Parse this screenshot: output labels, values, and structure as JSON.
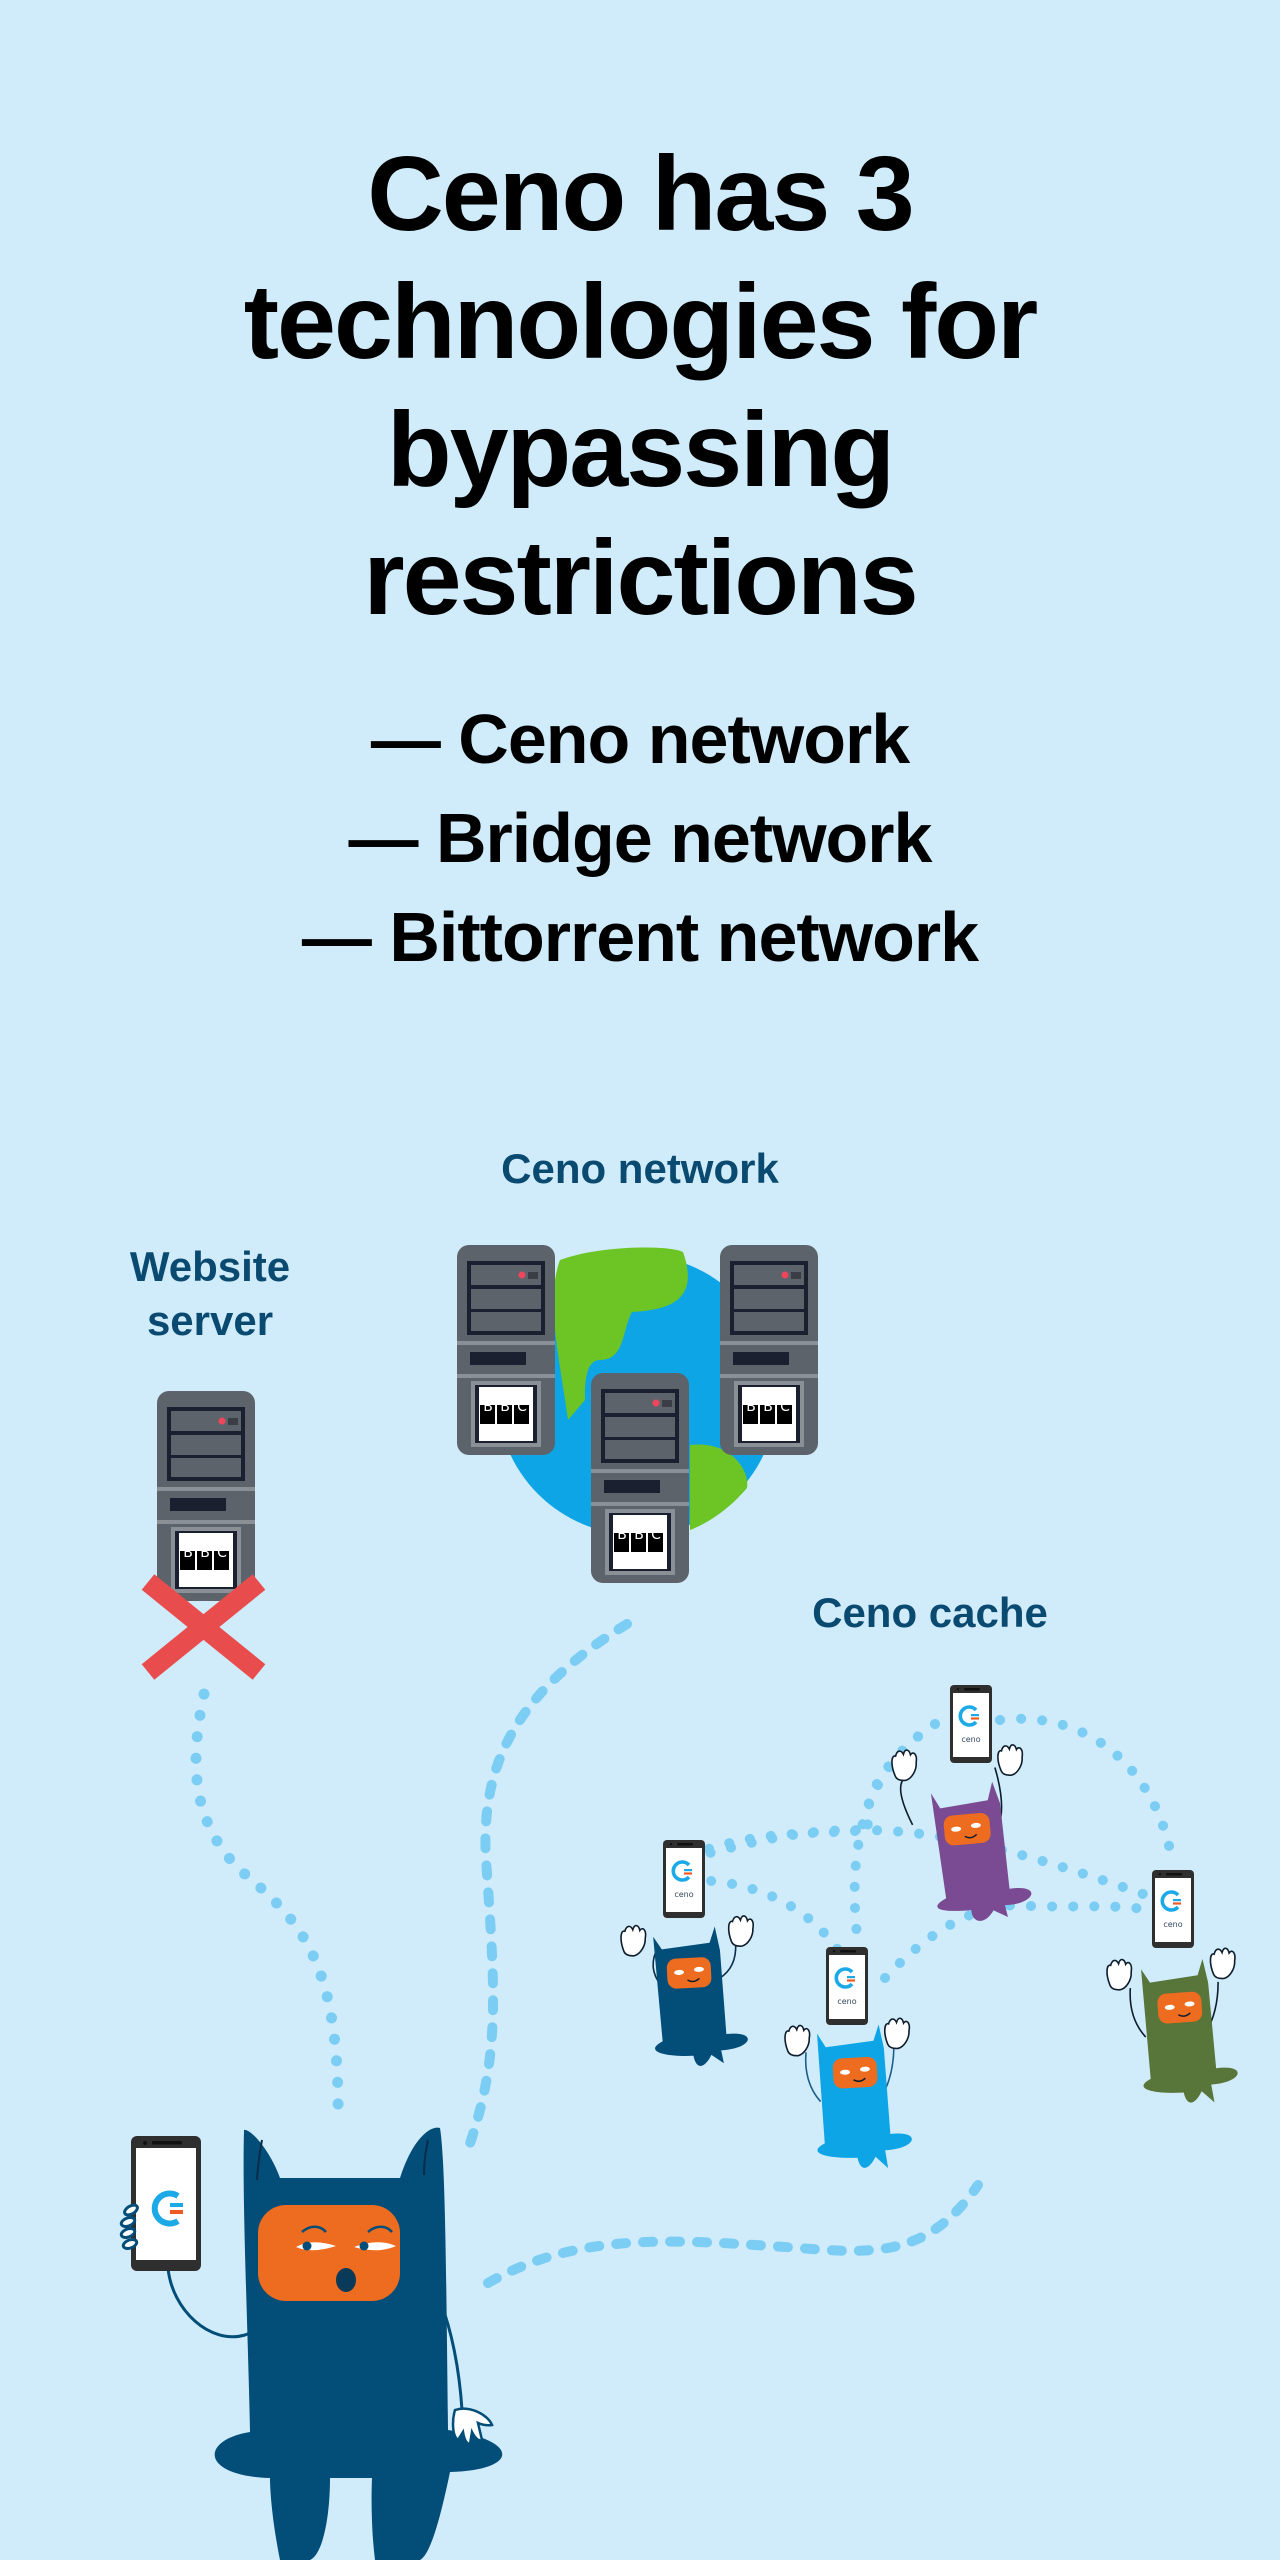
{
  "headline": {
    "line1": "Ceno has 3",
    "line2": "technologies for",
    "line3": "bypassing",
    "line4": "restrictions"
  },
  "technologies": [
    {
      "label": "— Ceno network"
    },
    {
      "label": "— Bridge network"
    },
    {
      "label": "— Bittorrent network"
    }
  ],
  "illustration": {
    "website_server_label_line1": "Website",
    "website_server_label_line2": "server",
    "ceno_network_label": "Ceno network",
    "ceno_cache_label": "Ceno cache",
    "server_logo_letters": [
      "B",
      "B",
      "C"
    ],
    "phone_app_label": "ceno",
    "blocked_icon": "red-x-icon"
  },
  "colors": {
    "background": "#d0ecfa",
    "heading_text": "#000000",
    "label_text": "#0a4a70",
    "path_dots": "#7ccdf4",
    "server_body": "#5d636b",
    "server_dark": "#1b2030",
    "globe_ocean": "#0ea5e6",
    "globe_land": "#6cc524",
    "blocked_x": "#e84c4c",
    "character_mask": "#ee6c1f",
    "character_navy": "#034d79",
    "character_blue": "#0ea5e6",
    "character_purple": "#7a4a92",
    "character_green": "#58753a",
    "ceno_logo_blue": "#1ba9e8",
    "ceno_logo_orange": "#ee5a24"
  }
}
